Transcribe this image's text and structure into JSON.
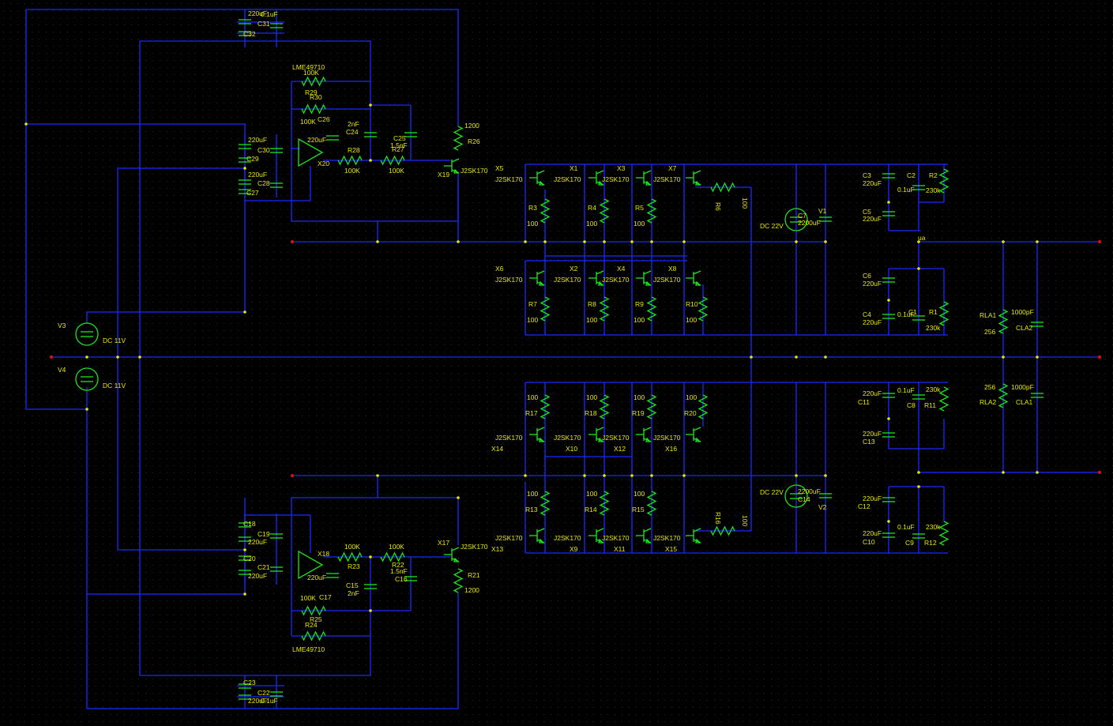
{
  "labels": {
    "C31": "C31",
    "C32": "C32",
    "C31v": "220uF",
    "C31v2": "0.1uF",
    "LME_top": "LME49710",
    "R29v": "100K",
    "R29": "R29",
    "R30": "R30",
    "R30v": "100K",
    "C26": "C26",
    "C26v": "220uF",
    "C24v": "2nF",
    "C24": "C24",
    "C25": "C25",
    "C25v": "1.5nF",
    "R28": "R28",
    "R28v": "100K",
    "R27": "R27",
    "R27v": "100K",
    "X20": "X20",
    "X19": "X19",
    "J2SK_X19": "J2SK170",
    "R26v": "1200",
    "R26": "R26",
    "C30": "C30",
    "C29": "C29",
    "C28": "C28",
    "C27": "C27",
    "X5": "X5",
    "X1": "X1",
    "X3": "X3",
    "X7": "X7",
    "X6": "X6",
    "X2": "X2",
    "X4": "X4",
    "X8": "X8",
    "J2SK": "J2SK170",
    "R3": "R3",
    "R4": "R4",
    "R5": "R5",
    "R7": "R7",
    "R8": "R8",
    "R9": "R9",
    "R10": "R10",
    "v100": "100",
    "R6": "R6",
    "R6v": "100",
    "DC22V": "DC 22V",
    "C7": "C7",
    "C7v": "2200uF",
    "V1": "V1",
    "C3": "C3",
    "C3v": "220uF",
    "C2": "C2",
    "C2v": "0.1uF",
    "R2": "R2",
    "R2v": "230k",
    "C5": "C5",
    "C5v": "220uF",
    "C6": "C6",
    "C6v": "220uF",
    "C4": "C4",
    "C4v": "220uF",
    "C1": "C1",
    "C1v": "0.1uF",
    "R1": "R1",
    "R1v": "230k",
    "ua": "ua",
    "RLA1": "RLA1",
    "RLA1v": "256",
    "CLA2": "CLA2",
    "CLA2v": "1000pF",
    "RLA2": "RLA2",
    "RLA2v": "256",
    "CLA1": "CLA1",
    "CLA1v": "1000pF",
    "V3": "V3",
    "V4": "V4",
    "DC11V": "DC 11V",
    "R17": "R17",
    "R18": "R18",
    "R19": "R19",
    "R20": "R20",
    "X14": "X14",
    "X10": "X10",
    "X12": "X12",
    "X16": "X16",
    "R13": "R13",
    "R14": "R14",
    "R15": "R15",
    "X13": "X13",
    "X9": "X9",
    "X11": "X11",
    "X15": "X15",
    "R16": "R16",
    "R16v": "100",
    "C14": "C14",
    "C14v": "2200uF",
    "V2": "V2",
    "C11": "C11",
    "C11v": "220uF",
    "C8": "C8",
    "C8v": "0.1uF",
    "R11": "R11",
    "R11v": "230k",
    "C13": "C13",
    "C13v": "220uF",
    "C12": "C12",
    "C12v": "220uF",
    "C10": "C10",
    "C10v": "220uF",
    "C9": "C9",
    "C9v": "0.1uF",
    "R12": "R12",
    "R12v": "230k",
    "C18": "C18",
    "C19": "C19",
    "C20": "C20",
    "C21": "C21",
    "C21v": "220uF",
    "X18": "X18",
    "X17": "X17",
    "J2SK_X17": "J2SK170",
    "R23": "R23",
    "R23v": "100K",
    "R22": "R22",
    "R22v": "100K",
    "C15": "C15",
    "C15v": "2nF",
    "C16": "C16",
    "C16v": "1.5nF",
    "R21": "R21",
    "R21v": "1200",
    "C17": "C17",
    "C17v": "220uF",
    "R25v": "100K",
    "R25": "R25",
    "R24": "R24",
    "LME_bot": "LME49710",
    "C23": "C23",
    "C22": "C22",
    "C22v": "220uF",
    "C22v2": "0.1uF"
  }
}
